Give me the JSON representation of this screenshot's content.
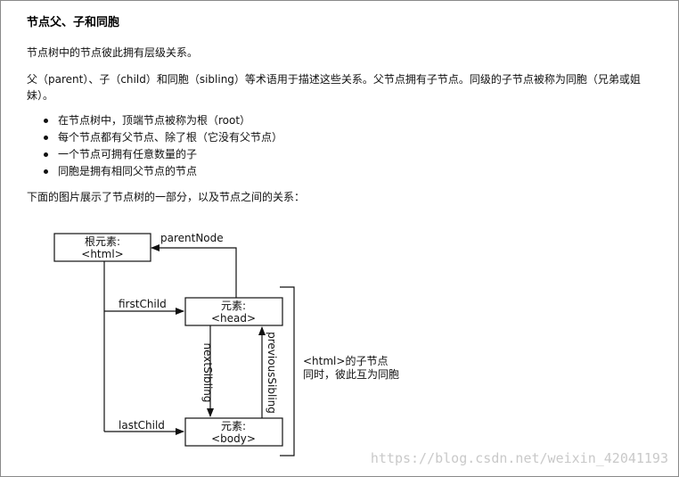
{
  "title": "节点父、子和同胞",
  "para1": "节点树中的节点彼此拥有层级关系。",
  "para2": "父（parent）、子（child）和同胞（sibling）等术语用于描述这些关系。父节点拥有子节点。同级的子节点被称为同胞（兄弟或姐妹）。",
  "bullets": [
    "在节点树中，顶端节点被称为根（root）",
    "每个节点都有父节点、除了根（它没有父节点）",
    "一个节点可拥有任意数量的子",
    "同胞是拥有相同父节点的节点"
  ],
  "para3": "下面的图片展示了节点树的一部分，以及节点之间的关系：",
  "diagram": {
    "root_line1": "根元素:",
    "root_line2": "<html>",
    "head_line1": "元素:",
    "head_line2": "<head>",
    "body_line1": "元素:",
    "body_line2": "<body>",
    "parentNode": "parentNode",
    "firstChild": "firstChild",
    "lastChild": "lastChild",
    "nextSibling": "nextSibling",
    "previousSibling": "previousSibling",
    "children_note_line1": "<html>的子节点",
    "children_note_line2": "同时，彼此互为同胞"
  },
  "watermark": "https://blog.csdn.net/weixin_42041193"
}
